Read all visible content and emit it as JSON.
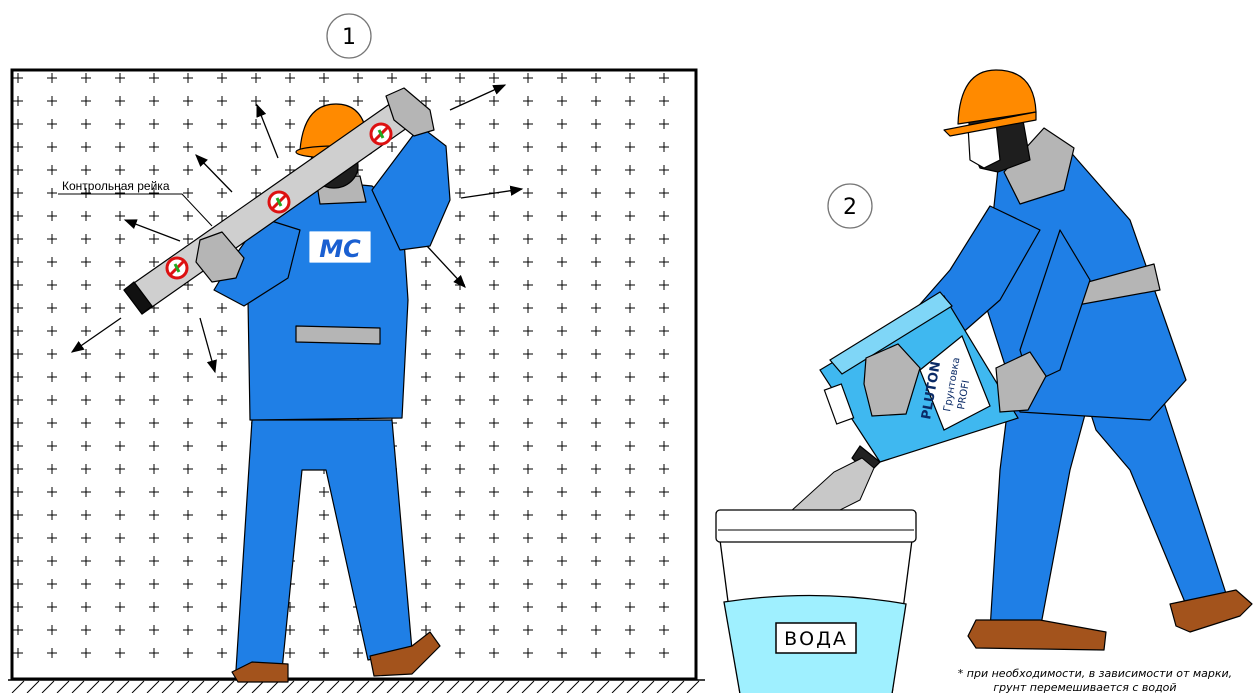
{
  "steps": {
    "step1_number": "1",
    "step2_number": "2"
  },
  "wall": {
    "rail_label": "Контрольная рейка"
  },
  "worker": {
    "jacket_logo": "MC"
  },
  "canister": {
    "brand": "PLUTON",
    "product_line1": "Грунтовка",
    "product_line2": "PROFI"
  },
  "bucket": {
    "label": "ВОДА"
  },
  "footnote": {
    "line1": "* при необходимости, в зависимости от марки,",
    "line2": "грунт перемешивается с водой"
  },
  "colors": {
    "suit": "#1f7fe6",
    "helmet": "#ff8a00",
    "gloves": "#b5b5b5",
    "boots": "#a3531c",
    "water": "#9ff0ff",
    "canister": "#3fb8f0"
  },
  "icons": [
    "arrow-icon",
    "cross-icon",
    "no-sign-icon",
    "hatch-ground-icon"
  ]
}
